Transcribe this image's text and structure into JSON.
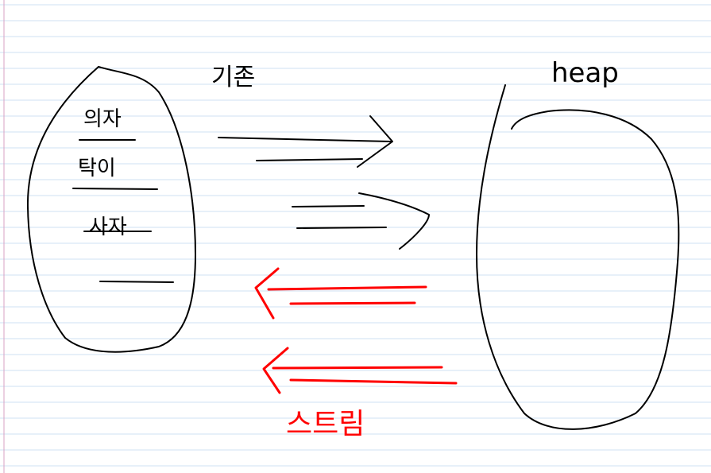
{
  "notebook": {
    "rule_color": "#cfe0f3",
    "margin_color": "#d8a2c3"
  },
  "handwriting": {
    "left_top_label": "기존",
    "right_top_label": "heap",
    "bottom_label": "스트림",
    "stack_items": [
      "의자",
      "탁이",
      "사자"
    ]
  },
  "colors": {
    "ink": "#000000",
    "red_ink": "#ff0000"
  }
}
